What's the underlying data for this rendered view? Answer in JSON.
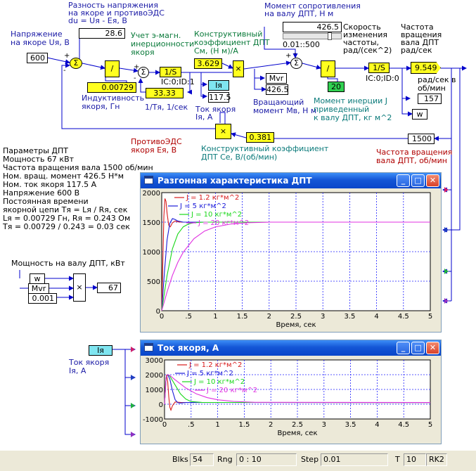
{
  "labels": {
    "diff_title_1": "Разность напряжения",
    "diff_title_2": "на якоре и противоЭДС",
    "diff_title_3": "du = Uя - Eя, B",
    "voltage_1": "Напряжение",
    "voltage_2": "на якоре Uя, B",
    "em_1": "Учет э-магн.",
    "em_2": "инерционности",
    "em_3": "якоря",
    "cm_1": "Конструктивный",
    "cm_2": "коэффициент ДПТ",
    "cm_3": "См, (Н м)/A",
    "mres_1": "Момент сопротивления",
    "mres_2": "на валу ДПТ, Н м",
    "speedchg_1": "Скорость",
    "speedchg_2": "изменения",
    "speedchg_3": "частоты,",
    "speedchg_4": "рад/(сек^2)",
    "freq_1": "Частота",
    "freq_2": "вращения",
    "freq_3": "вала ДПТ",
    "freq_4": "рад/сек",
    "ind_1": "Индуктивность",
    "ind_2": "якоря, Гн",
    "tinv": "1/Тя, 1/сек",
    "cur_1": "Ток якоря",
    "cur_2": "Iя, A",
    "torque_1": "Вращающий",
    "torque_2": "момент Мв, Н м",
    "inertia_1": "Момент инерции J",
    "inertia_2": "приведенный",
    "inertia_3": "к валу ДПТ, кг м^2",
    "radsec_1": "рад/сек в",
    "radsec_2": "об/мин",
    "emf_1": "ПротивоЭДС",
    "emf_2": "якоря Eя, B",
    "ce_1": "Конструктивный коэффициент",
    "ce_2": "ДПТ Се, В/(об/мин)",
    "freqrpm_1": "Частота вращения",
    "freqrpm_2": "вала ДПТ, об/мин",
    "power": "Мощность на валу ДПТ, кВт",
    "range": "0.01::500",
    "cur_bottom_1": "Ток якоря",
    "cur_bottom_2": "Iя, A"
  },
  "params": [
    "Параметры ДПТ",
    "Мощность 67 кВт",
    "Частота вращения вала 1500 об/мин",
    "Ном. вращ. момент 426.5 Н*м",
    "Ном. ток якоря 117.5 A",
    "Напряжение 600 B",
    "Постоянная времени",
    "якорной цепи Тя = Lя / Rя, сек",
    "Lя = 0.00729 Гн, Rя = 0.243 Ом",
    "Тя = 0.00729 / 0.243 = 0.03 сек"
  ],
  "values": {
    "diff": "28.6",
    "voltage": "600",
    "inductance": "0.00729",
    "tinv": "33.33",
    "cm": "3.629",
    "ia_label": "Iя",
    "current": "117.5",
    "mvr_label": "Mvr",
    "torque": "426.5",
    "slider": "426.5",
    "inertia": "20",
    "speed": "9.549",
    "rpm_small": "157",
    "w_label": "w",
    "ce": "0.381",
    "rpm": "1500",
    "power": "67",
    "power_w": "w",
    "power_mvr": "Mvr",
    "power_k": "0.001",
    "ia_bottom": "Iя"
  },
  "blocks": {
    "integ": "1/S",
    "ic1": "IC:0;ID:1",
    "integ2": "1/S",
    "ic2": "IC:0;ID:0",
    "div": "/",
    "mul": "×",
    "sum": "Σ"
  },
  "windows": {
    "top": {
      "title": "Разгонная характеристика ДПТ",
      "xlabel": "Время, сек"
    },
    "bottom": {
      "title": "Ток якоря, A",
      "xlabel": "Время, сек"
    }
  },
  "colors": {
    "j12": "#d81a1a",
    "j5": "#1a1ad8",
    "j10": "#1ad81a",
    "j20": "#e030e0",
    "grid": "#2020ff",
    "axis_bg": "#ffffff"
  },
  "chart_data": [
    {
      "type": "line",
      "title": "Разгонная характеристика ДПТ",
      "xlabel": "Время, сек",
      "ylabel": "",
      "xlim": [
        0,
        5
      ],
      "ylim": [
        0,
        2000
      ],
      "xticks": [
        "0",
        ".5",
        "1",
        "1.5",
        "2",
        "2.5",
        "3",
        "3.5",
        "4",
        "4.5",
        "5"
      ],
      "yticks": [
        "0",
        "500",
        "1000",
        "1500",
        "2000"
      ],
      "grid": true,
      "legend": "top-left",
      "series": [
        {
          "name": "J = 1.2 кг*м^2",
          "x": [
            0,
            0.02,
            0.04,
            0.06,
            0.08,
            0.1,
            0.13,
            0.16,
            0.2,
            0.25,
            0.3,
            0.4,
            5
          ],
          "y": [
            0,
            800,
            1600,
            1900,
            1850,
            1650,
            1450,
            1420,
            1490,
            1520,
            1505,
            1500,
            1500
          ]
        },
        {
          "name": "J = 5  кг*м^2",
          "x": [
            0,
            0.05,
            0.1,
            0.15,
            0.2,
            0.25,
            0.3,
            0.4,
            0.5,
            5
          ],
          "y": [
            0,
            650,
            1200,
            1480,
            1560,
            1545,
            1520,
            1500,
            1500,
            1500
          ]
        },
        {
          "name": "J = 10 кг*м^2",
          "x": [
            0,
            0.1,
            0.2,
            0.3,
            0.4,
            0.5,
            0.6,
            0.8,
            1.0,
            5
          ],
          "y": [
            0,
            600,
            1050,
            1300,
            1420,
            1470,
            1490,
            1500,
            1500,
            1500
          ]
        },
        {
          "name": "J = 20 кг*м^2",
          "x": [
            0,
            0.1,
            0.2,
            0.3,
            0.4,
            0.6,
            0.8,
            1.0,
            1.3,
            1.6,
            2.0,
            5
          ],
          "y": [
            0,
            320,
            600,
            820,
            990,
            1220,
            1350,
            1420,
            1470,
            1490,
            1500,
            1500
          ]
        }
      ]
    },
    {
      "type": "line",
      "title": "Ток якоря, A",
      "xlabel": "Время, сек",
      "ylabel": "",
      "xlim": [
        0,
        5
      ],
      "ylim": [
        -1000,
        3000
      ],
      "xticks": [
        "0",
        ".5",
        "1",
        "1.5",
        "2",
        "2.5",
        "3",
        "3.5",
        "4",
        "4.5",
        "5"
      ],
      "yticks": [
        "-1000",
        "0",
        "1000",
        "2000",
        "3000"
      ],
      "grid": true,
      "legend": "top-left",
      "series": [
        {
          "name": "J = 1.2 кг*м^2",
          "x": [
            0,
            0.02,
            0.04,
            0.06,
            0.08,
            0.1,
            0.12,
            0.15,
            0.2,
            0.3,
            5
          ],
          "y": [
            0,
            1400,
            2000,
            1500,
            500,
            -200,
            -400,
            -100,
            150,
            120,
            117
          ]
        },
        {
          "name": "J = 5  кг*м^2",
          "x": [
            0,
            0.03,
            0.06,
            0.1,
            0.15,
            0.2,
            0.25,
            0.3,
            0.4,
            5
          ],
          "y": [
            0,
            1800,
            2000,
            1700,
            900,
            300,
            100,
            80,
            117,
            117
          ]
        },
        {
          "name": "J = 10 кг*м^2",
          "x": [
            0,
            0.03,
            0.06,
            0.1,
            0.2,
            0.3,
            0.4,
            0.5,
            0.7,
            5
          ],
          "y": [
            0,
            1800,
            2000,
            1900,
            1300,
            700,
            350,
            180,
            120,
            117
          ]
        },
        {
          "name": "J = 20 кг*м^2",
          "x": [
            0,
            0.03,
            0.06,
            0.1,
            0.2,
            0.4,
            0.6,
            0.8,
            1.0,
            1.3,
            1.7,
            5
          ],
          "y": [
            0,
            1800,
            2000,
            1950,
            1650,
            1100,
            700,
            450,
            300,
            190,
            130,
            117
          ]
        }
      ]
    }
  ],
  "status": {
    "blks_label": "Blks",
    "blks_value": "54",
    "rng_label": "Rng",
    "rng_value": "0 : 10",
    "step_label": "Step",
    "step_value": "0.01",
    "t_label": "T",
    "t_value": "10",
    "method": "RK2"
  }
}
